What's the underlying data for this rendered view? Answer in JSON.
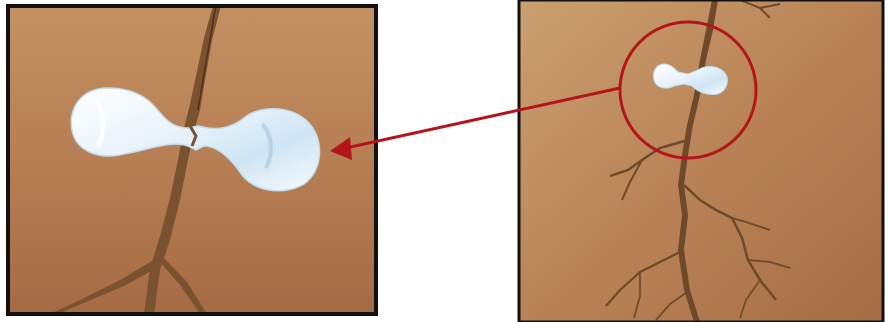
{
  "figure": {
    "kind": "soil-crack-illustration",
    "panels": [
      {
        "id": "zoomed-view",
        "icon": "crack-closeup"
      },
      {
        "id": "full-view",
        "icon": "soil-crack"
      }
    ],
    "colors": {
      "background": "#ffffff",
      "frame": "#111111",
      "soil_light": "#c89868",
      "soil_mid": "#b0784e",
      "soil_dark": "#8a5535",
      "crack": "#7a5230",
      "crack_dark": "#4e3118",
      "ice": "#eef6fb",
      "ice_edge": "#b9d7ea",
      "highlight_circle": "#b3151b",
      "arrow": "#b3151b"
    },
    "arrow": {
      "direction": "right-to-left",
      "icon": "arrow-left-icon"
    },
    "highlight": {
      "shape": "circle",
      "icon": "highlight-circle-icon"
    }
  }
}
